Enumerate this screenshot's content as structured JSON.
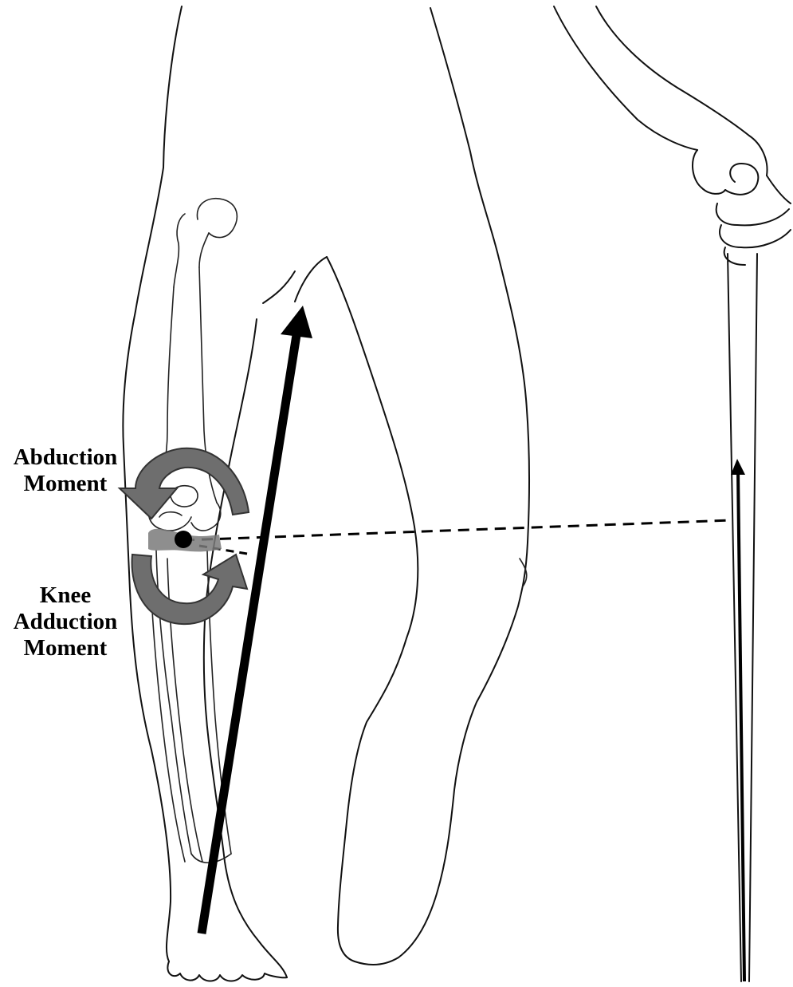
{
  "labels": {
    "abduction_line1": "Abduction",
    "abduction_line2": "Moment",
    "adduction_line1": "Knee",
    "adduction_line2": "Adduction",
    "adduction_line3": "Moment"
  },
  "colors": {
    "background": "#ffffff",
    "outline": "#111111",
    "force_arrow": "#000000",
    "moment_arrow_fill": "#6e6e6e",
    "moment_arrow_stroke": "#333333",
    "knee_joint": "#7a7a7a"
  }
}
